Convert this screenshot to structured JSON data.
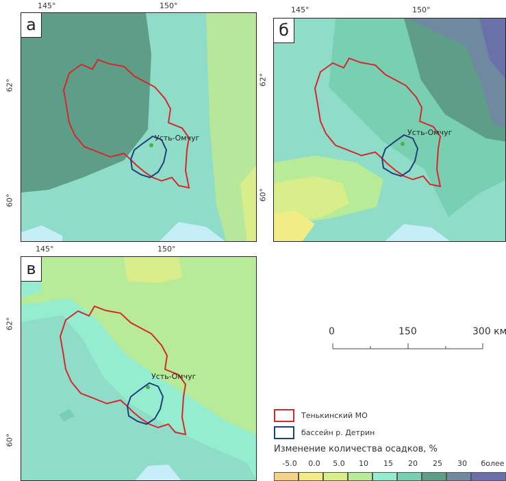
{
  "panels": {
    "a": {
      "letter": "а",
      "lon_ticks": [
        "145°",
        "150°"
      ],
      "lat_ticks": [
        "62°",
        "60°"
      ],
      "city": "Усть-Омчуг"
    },
    "b": {
      "letter": "б",
      "lon_ticks": [
        "145°",
        "150°"
      ],
      "lat_ticks": [
        "62°",
        "60°"
      ],
      "city": "Усть-Омчуг"
    },
    "c": {
      "letter": "в",
      "lon_ticks": [
        "145°",
        "150°"
      ],
      "lat_ticks": [
        "62°",
        "60°"
      ],
      "city": "Усть-Омчуг"
    }
  },
  "scale_bar": {
    "labels": [
      "0",
      "150",
      "300 км"
    ]
  },
  "legend": {
    "boundary_mo": "Тенькинский МО",
    "basin": "бассейн р. Детрин",
    "title": "Изменение количества осадков, %",
    "class_labels": [
      "-5.0",
      "0.0",
      "5.0",
      "10",
      "15",
      "20",
      "25",
      "30",
      "более"
    ],
    "class_colors": [
      "#f3d28a",
      "#f2ec86",
      "#d9ee8a",
      "#b8eb98",
      "#95edcf",
      "#79cfb2",
      "#5e9e88",
      "#6f89a0",
      "#6a70a8"
    ],
    "boundary_color": "#d6262b",
    "basin_color": "#1f3f7a"
  }
}
